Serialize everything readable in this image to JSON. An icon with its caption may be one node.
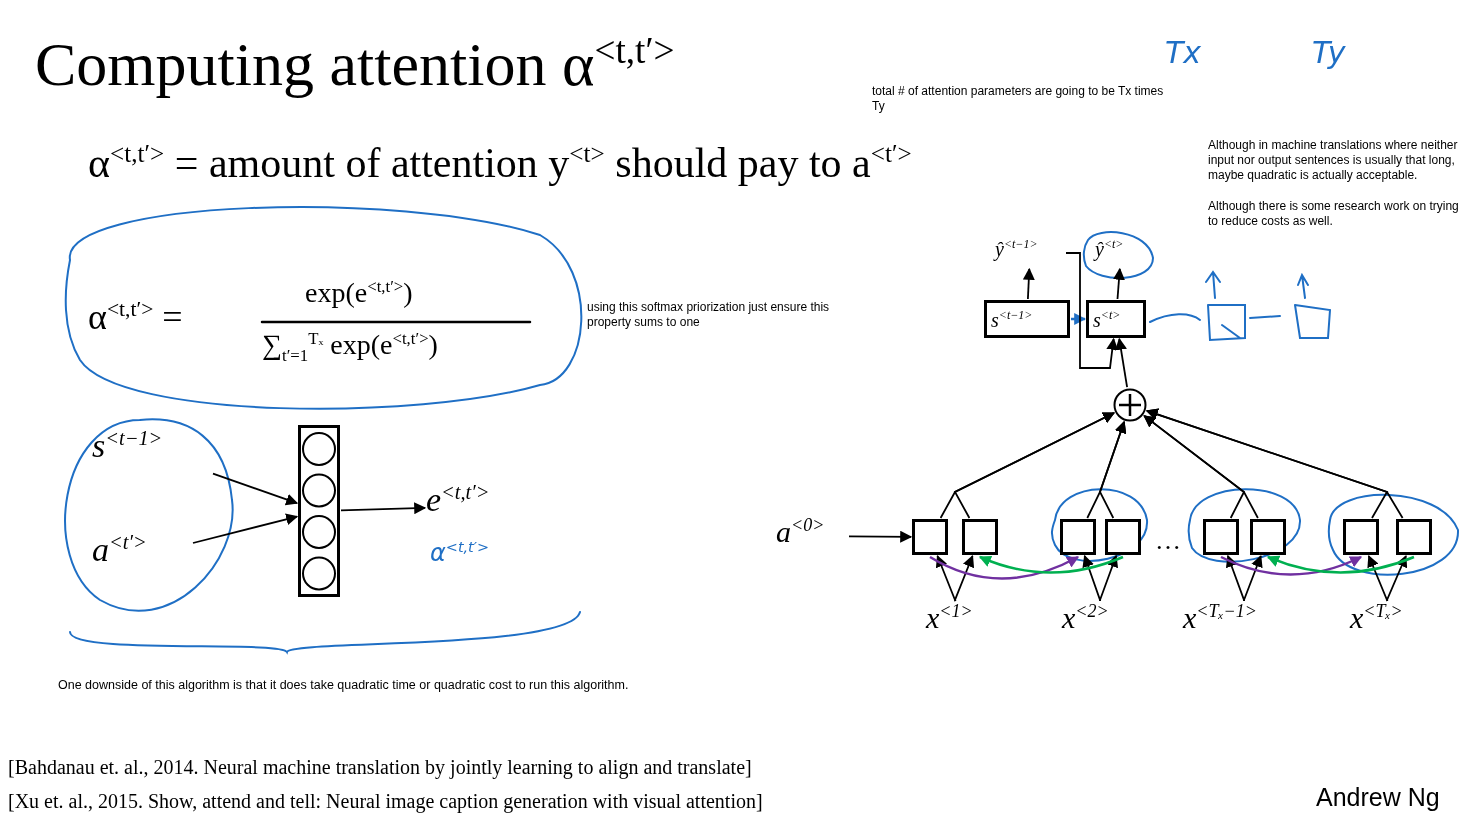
{
  "diagram": {
    "title": "Computing attention α$^{<t,t′>}$",
    "nodes": [
      {
        "text": [
          "s$^{<t−1>}$"
        ]
      },
      {
        "text": [
          "a$^{<t′>}$"
        ]
      },
      {
        "text": [],
        "shape": "box"
      },
      {
        "text": [
          "e$^{<t,t′>}$"
        ]
      },
      {
        "text": [
          "ŷ$^{<t−1>}$"
        ]
      },
      {
        "text": [
          "ŷ$^{<t>}$"
        ]
      },
      {
        "text": [
          "s$^{<t−1>}$"
        ]
      },
      {
        "text": [
          "s$^{<t>}$"
        ]
      },
      {
        "text": [],
        "shape": "circle"
      },
      {
        "text": [
          "a$^{<0>}$"
        ]
      },
      {
        "text": [],
        "shape": "box"
      },
      {
        "text": [],
        "shape": "box"
      },
      {
        "text": [],
        "shape": "box"
      },
      {
        "text": [],
        "shape": "box"
      },
      {
        "text": [],
        "shape": "box"
      },
      {
        "text": [],
        "shape": "box"
      },
      {
        "text": [],
        "shape": "box"
      },
      {
        "text": [],
        "shape": "box"
      },
      {
        "text": [
          "x$^{<1>}$"
        ]
      },
      {
        "text": [
          "x$^{<2>}$"
        ]
      },
      {
        "text": [
          "x$^{<Tₓ−1>}$"
        ]
      },
      {
        "text": [
          "x$^{<Tₓ>}$"
        ]
      }
    ],
    "edges": [
      {
        "from": 0,
        "to": 2,
        "arrow": "to"
      },
      {
        "from": 1,
        "to": 2,
        "arrow": "to"
      },
      {
        "from": 2,
        "to": 3,
        "arrow": "to"
      },
      {
        "from": 6,
        "to": 4,
        "arrow": "to"
      },
      {
        "from": 7,
        "to": 5,
        "arrow": "to"
      },
      {
        "from": 6,
        "to": 7,
        "arrow": "to",
        "color": "#1f6fc5"
      },
      {
        "from": 4,
        "to": 7,
        "arrow": "to"
      },
      {
        "from": 8,
        "to": 7,
        "arrow": "to"
      },
      {
        "from": 10,
        "to": 8,
        "arrow": "to"
      },
      {
        "from": 11,
        "to": 8,
        "arrow": "to"
      },
      {
        "from": 12,
        "to": 8,
        "arrow": "to"
      },
      {
        "from": 13,
        "to": 8,
        "arrow": "to"
      },
      {
        "from": 14,
        "to": 8,
        "arrow": "to"
      },
      {
        "from": 15,
        "to": 8,
        "arrow": "to"
      },
      {
        "from": 16,
        "to": 8,
        "arrow": "to"
      },
      {
        "from": 17,
        "to": 8,
        "arrow": "to"
      },
      {
        "from": 18,
        "to": 10,
        "arrow": "to"
      },
      {
        "from": 18,
        "to": 11,
        "arrow": "to"
      },
      {
        "from": 19,
        "to": 12,
        "arrow": "to"
      },
      {
        "from": 19,
        "to": 13,
        "arrow": "to"
      },
      {
        "from": 20,
        "to": 14,
        "arrow": "to"
      },
      {
        "from": 20,
        "to": 15,
        "arrow": "to"
      },
      {
        "from": 21,
        "to": 16,
        "arrow": "to"
      },
      {
        "from": 21,
        "to": 17,
        "arrow": "to"
      },
      {
        "from": 9,
        "to": 10,
        "arrow": "to"
      },
      {
        "from": 10,
        "to": 12,
        "arrow": "to",
        "color": "#7030a0"
      },
      {
        "from": 13,
        "to": 11,
        "arrow": "to",
        "color": "#00b050"
      },
      {
        "from": 14,
        "to": 16,
        "arrow": "to",
        "color": "#7030a0"
      },
      {
        "from": 17,
        "to": 15,
        "arrow": "to",
        "color": "#00b050"
      }
    ],
    "labels": [
      "total # of attention parameters are going to be Tx times Ty",
      "Tx",
      "Ty",
      "α$^{<t,t′>}$ = amount of attention y$^{<t>}$ should pay to a$^{<t′>}$",
      "Although in machine translations where neither input nor output sentences is usually that long, maybe quadratic is actually acceptable.",
      "Although there is some research work on trying to reduce costs as well.",
      "α$^{<t,t′>}$ =",
      "exp(e$^{<t,t′>}$)",
      "∑$_{t′=1}$$^{Tₓ}$ exp(e$^{<t,t′>}$)",
      "using this softmax priorization just ensure this property sums to one",
      "α$^{<t,t′>}$",
      "…",
      "One downside of this algorithm is that it does take quadratic time or quadratic cost to run this algorithm.",
      "[Bahdanau et. al., 2014. Neural machine translation by jointly learning to align and translate]",
      "[Xu et. al., 2015. Show, attend and tell: Neural image caption generation with visual attention]",
      "Andrew Ng"
    ]
  }
}
